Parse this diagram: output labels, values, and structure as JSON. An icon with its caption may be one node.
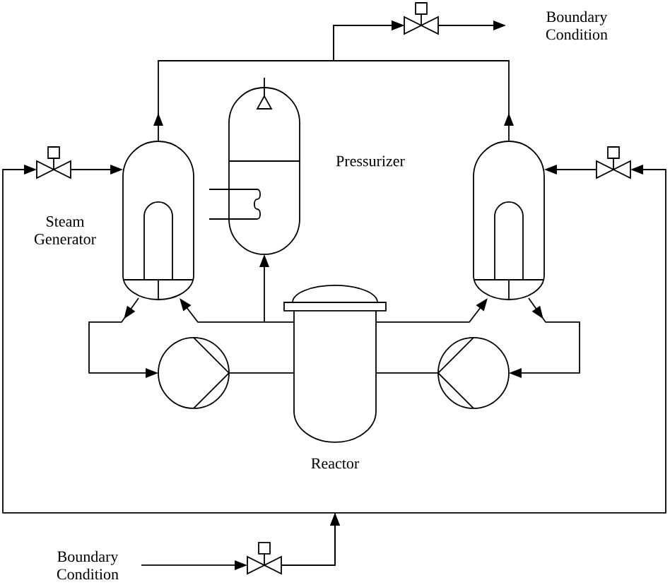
{
  "diagram": {
    "nodes": [
      {
        "text": [
          "Boundary Condition"
        ]
      },
      {
        "text": [],
        "shape": "valve"
      },
      {
        "text": [],
        "shape": "valve"
      },
      {
        "text": [
          "Steam Generator"
        ]
      },
      {
        "text": [
          "Pressurizer"
        ]
      },
      {
        "text": [],
        "shape": "vessel"
      },
      {
        "text": [],
        "shape": "valve"
      },
      {
        "text": [],
        "shape": "circle"
      },
      {
        "text": [
          "Reactor"
        ]
      },
      {
        "text": [],
        "shape": "circle"
      },
      {
        "text": [
          "Boundary Condition"
        ]
      },
      {
        "text": [],
        "shape": "valve"
      }
    ],
    "edges": [
      {
        "from": 3,
        "to": 1,
        "arrow": "to"
      },
      {
        "from": 5,
        "to": 1,
        "arrow": "to"
      },
      {
        "from": 1,
        "to": 0,
        "arrow": "to"
      },
      {
        "from": 10,
        "to": 11,
        "arrow": "to"
      },
      {
        "from": 11,
        "to": 2,
        "arrow": "to"
      },
      {
        "from": 11,
        "to": 6,
        "arrow": "to"
      },
      {
        "from": 2,
        "to": 3,
        "arrow": "to"
      },
      {
        "from": 6,
        "to": 5,
        "arrow": "to"
      },
      {
        "from": 8,
        "to": 4,
        "arrow": "to"
      },
      {
        "from": 8,
        "to": 3,
        "arrow": "to"
      },
      {
        "from": 3,
        "to": 7,
        "arrow": "to"
      },
      {
        "from": 7,
        "to": 8,
        "arrow": "none"
      },
      {
        "from": 8,
        "to": 5,
        "arrow": "to"
      },
      {
        "from": 5,
        "to": 9,
        "arrow": "to"
      },
      {
        "from": 9,
        "to": 8,
        "arrow": "none"
      }
    ]
  }
}
